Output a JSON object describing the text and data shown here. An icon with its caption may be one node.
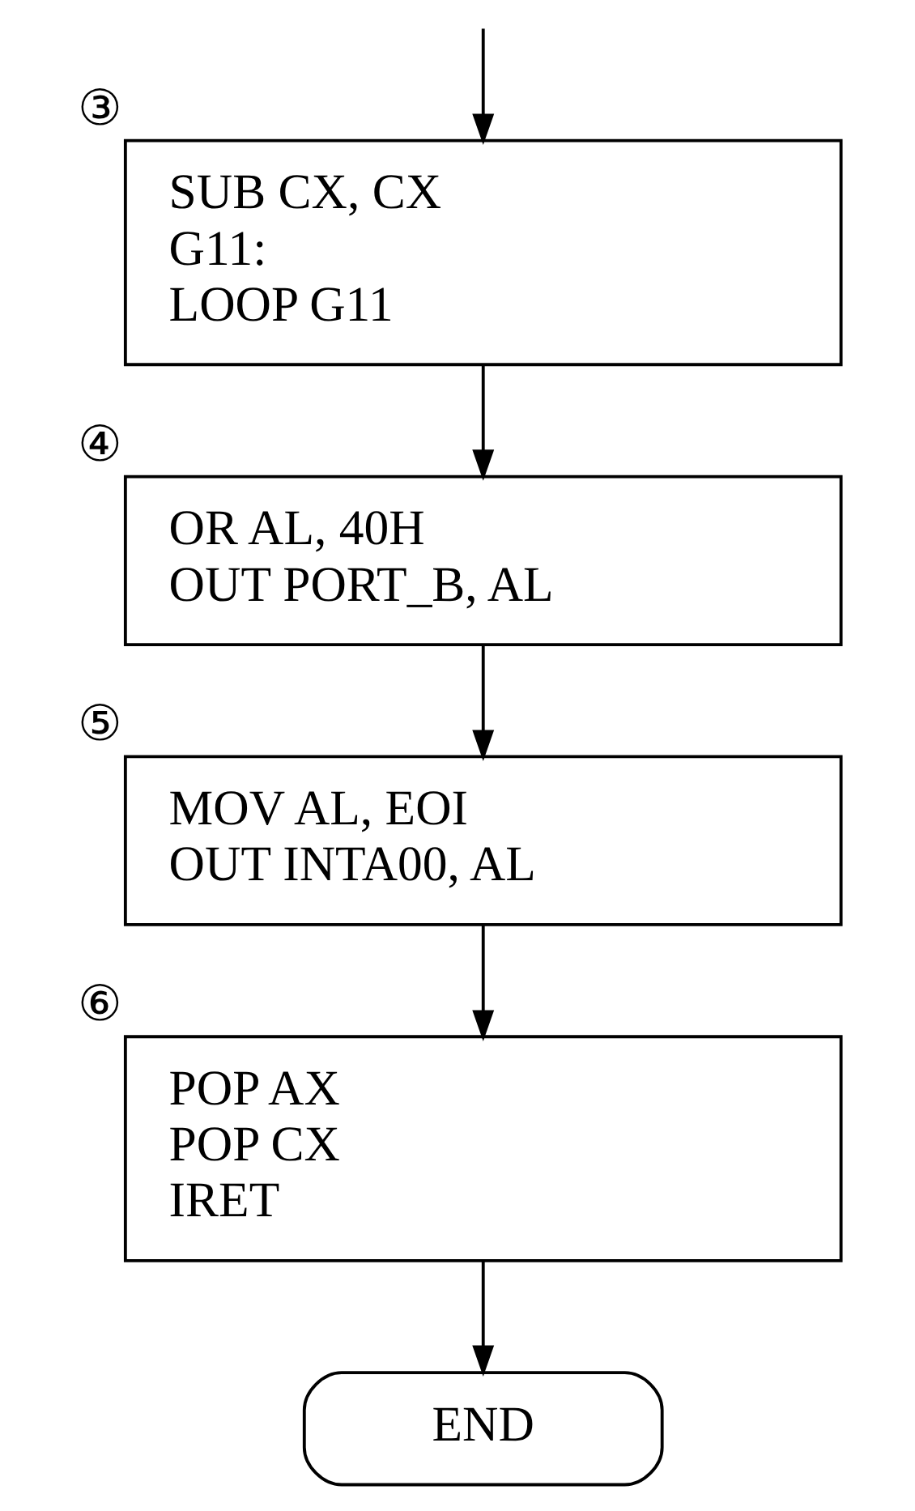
{
  "diagram": {
    "nodes": [
      {
        "text": [
          "SUB CX, CX",
          "G11:",
          "LOOP G11"
        ],
        "beside": [
          "③"
        ]
      },
      {
        "text": [
          "OR AL, 40H",
          "OUT PORT_B, AL"
        ],
        "beside": [
          "④"
        ]
      },
      {
        "text": [
          "MOV AL, EOI",
          "OUT INTA00, AL"
        ],
        "beside": [
          "⑤"
        ]
      },
      {
        "text": [
          "POP AX",
          "POP CX",
          "IRET"
        ],
        "beside": [
          "⑥"
        ]
      },
      {
        "text": [
          "END"
        ]
      }
    ],
    "edges": [
      {
        "from": null,
        "to": 0,
        "arrow": "to"
      },
      {
        "from": 0,
        "to": 1,
        "arrow": "to"
      },
      {
        "from": 1,
        "to": 2,
        "arrow": "to"
      },
      {
        "from": 2,
        "to": 3,
        "arrow": "to"
      },
      {
        "from": 3,
        "to": 4,
        "arrow": "to"
      }
    ]
  }
}
